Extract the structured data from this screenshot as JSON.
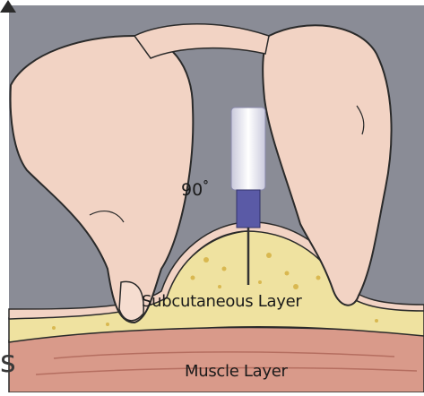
{
  "diagram": {
    "angle_label": "90",
    "degree_symbol": "°",
    "subcutaneous_label": "Subcutaneous Layer",
    "muscle_label": "Muscle Layer",
    "edge_fragment": "s"
  },
  "colors": {
    "background": "#8a8c96",
    "skin": "#f2d3c4",
    "fat": "#efe2a0",
    "muscle": "#d99a8a",
    "outline": "#2a2a2a",
    "needle": "#5a5aa6",
    "syringe": "#e6e6f2"
  }
}
